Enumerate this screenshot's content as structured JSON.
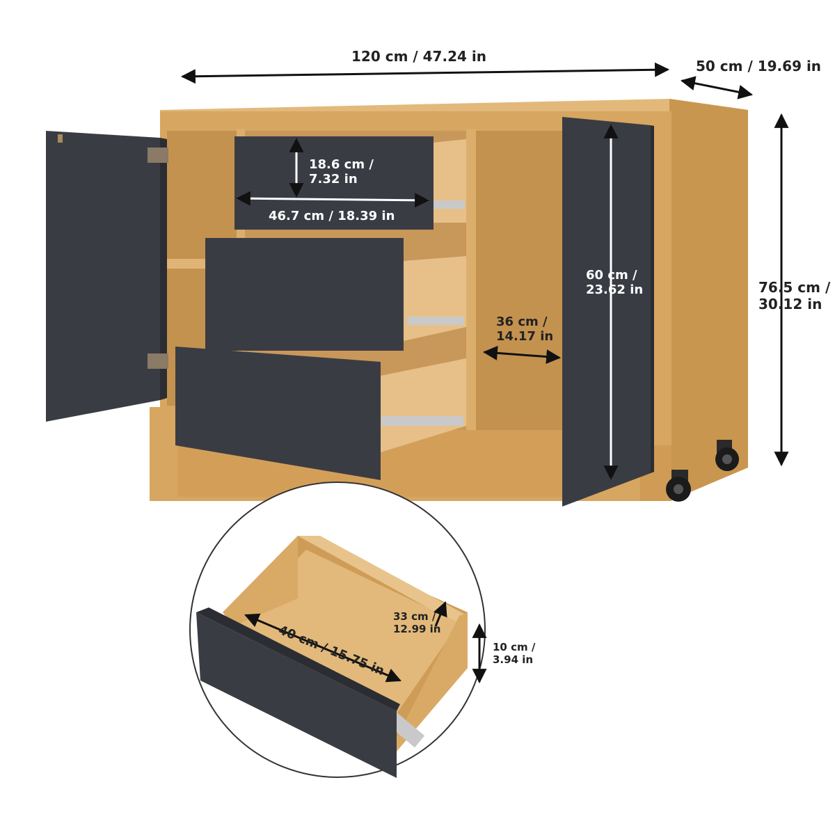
{
  "colors": {
    "wood": "#d7a660",
    "wood_light": "#e2b97a",
    "wood_dark": "#b98845",
    "panel": "#3a3c44",
    "panel_edge": "#2b2d33",
    "text": "#222222"
  },
  "dimensions": {
    "overall_width": "120 cm / 47.24 in",
    "overall_depth": "50 cm / 19.69 in",
    "overall_height": [
      "76.5 cm /",
      "30.12 in"
    ],
    "drawer_front_height": [
      "18.6 cm /",
      "7.32 in"
    ],
    "drawer_front_width": "46.7 cm / 18.39 in",
    "door_height": [
      "60 cm /",
      "23.62 in"
    ],
    "compartment_width": [
      "36 cm /",
      "14.17 in"
    ],
    "drawer_interior_width": "40 cm / 15.75 in",
    "drawer_interior_depth": [
      "33 cm /",
      "12.99 in"
    ],
    "drawer_interior_height": [
      "10 cm /",
      "3.94 in"
    ]
  },
  "icons": [
    "sideboard-illustration",
    "drawer-detail-illustration",
    "caster-wheel-icon",
    "hinge-icon"
  ]
}
